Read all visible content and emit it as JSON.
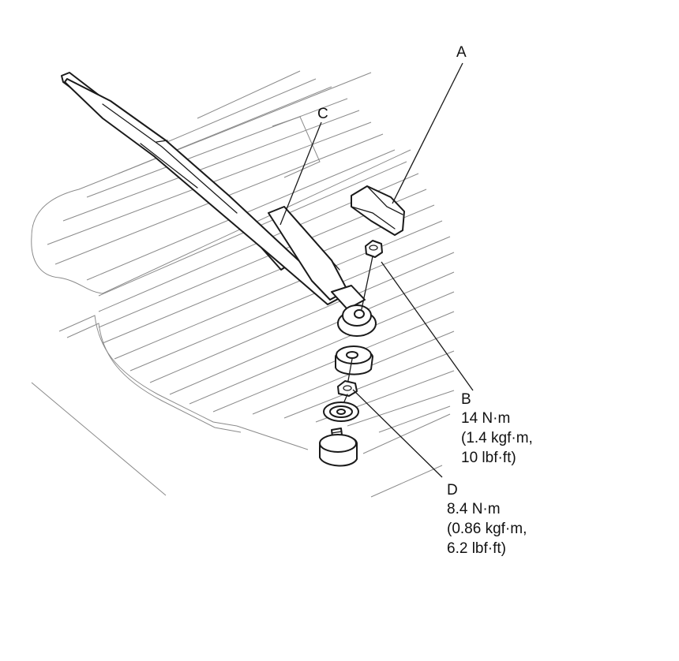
{
  "callouts": {
    "A": {
      "letter": "A"
    },
    "B": {
      "letter": "B",
      "spec": [
        "14 N·m",
        "(1.4 kgf·m,",
        "10 lbf·ft)"
      ]
    },
    "C": {
      "letter": "C"
    },
    "D": {
      "letter": "D",
      "spec": [
        "8.4 N·m",
        "(0.86 kgf·m,",
        "6.2 lbf·ft)"
      ]
    }
  },
  "colors": {
    "ink": "#1a1a1a",
    "background_lines": "#8a8a8a"
  }
}
